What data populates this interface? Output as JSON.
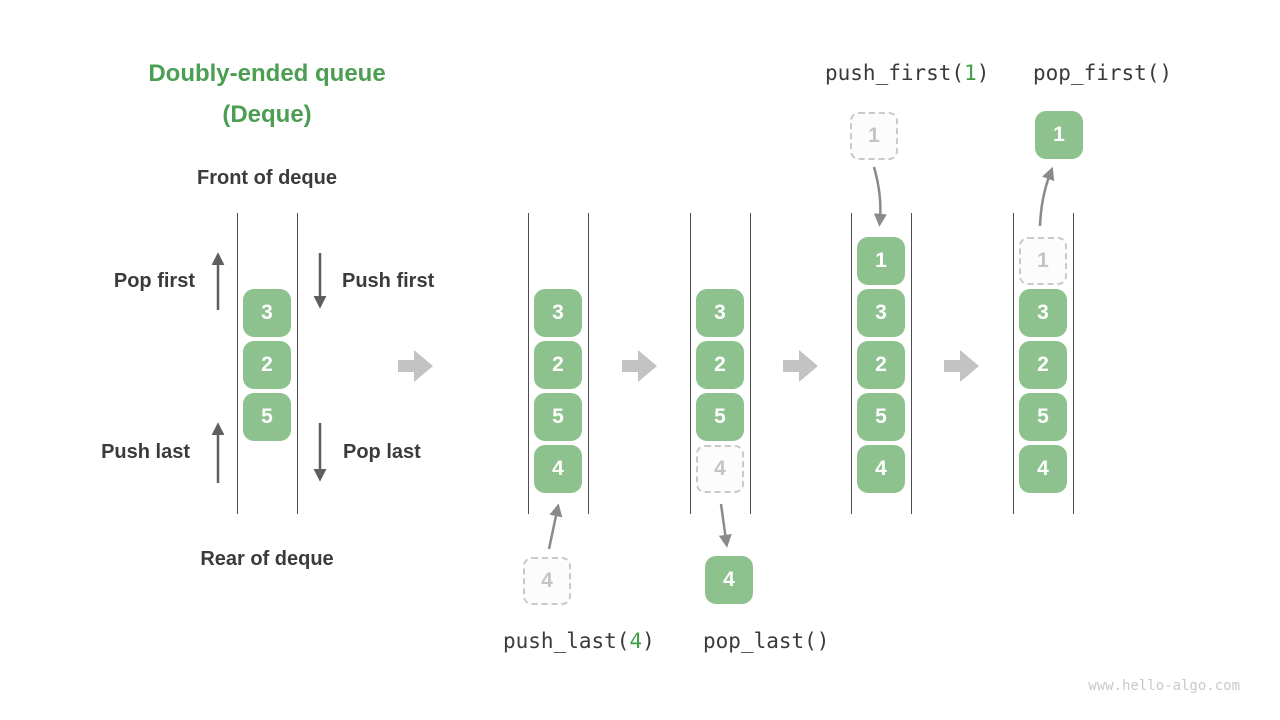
{
  "title": {
    "line1": "Doubly-ended queue",
    "line2": "(Deque)"
  },
  "labels": {
    "front_of_deque": "Front of deque",
    "rear_of_deque": "Rear of deque",
    "pop_first": "Pop first",
    "push_first": "Push first",
    "push_last": "Push last",
    "pop_last": "Pop last"
  },
  "operations": {
    "push_last": {
      "pre": "push_last(",
      "arg": "4",
      "post": ")"
    },
    "pop_last": {
      "text": "pop_last()"
    },
    "push_first": {
      "pre": "push_first(",
      "arg": "1",
      "post": ")"
    },
    "pop_first": {
      "text": "pop_first()"
    }
  },
  "queues": {
    "state_initial": {
      "cells": [
        "3",
        "2",
        "5"
      ]
    },
    "state_push_last": {
      "cells": [
        "3",
        "2",
        "5",
        "4"
      ],
      "incoming": "4"
    },
    "state_pop_last": {
      "cells": [
        "3",
        "2",
        "5"
      ],
      "leaving": "4",
      "popped": "4"
    },
    "state_push_first": {
      "cells": [
        "1",
        "3",
        "2",
        "5",
        "4"
      ],
      "incoming": "1"
    },
    "state_pop_first": {
      "cells": [
        "3",
        "2",
        "5",
        "4"
      ],
      "leaving": "1",
      "popped": "1"
    }
  },
  "watermark": "www.hello-algo.com",
  "colors": {
    "title_green": "#4c9e52",
    "box_green": "#8dc18d",
    "arg_green": "#3f9e47",
    "text_dark": "#3b3b3b",
    "wall_gray": "#4d4d4d",
    "fat_arrow_gray": "#c3c3c3",
    "thin_arrow_dark": "#5f5f5f",
    "thin_arrow_light": "#8a8a8a",
    "ghost_border": "#c9c9c9",
    "ghost_text": "#c4c4c4",
    "watermark_gray": "#c9c9c9"
  }
}
